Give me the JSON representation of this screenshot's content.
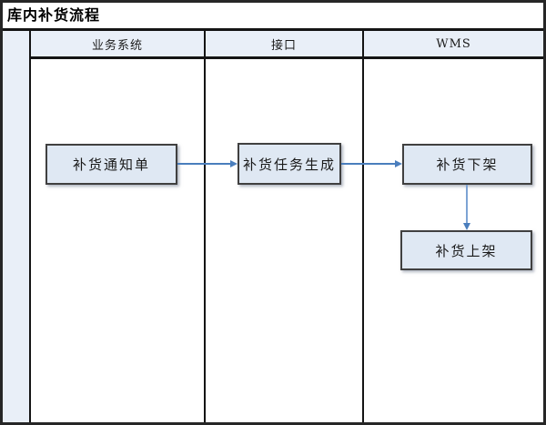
{
  "title": "库内补货流程",
  "lanes": [
    {
      "label": "业务系统"
    },
    {
      "label": "接口"
    },
    {
      "label": "WMS"
    }
  ],
  "nodes": [
    {
      "id": "replenishment-notice",
      "label": "补货通知单",
      "lane": "业务系统"
    },
    {
      "id": "replenishment-task-generate",
      "label": "补货任务生成",
      "lane": "接口"
    },
    {
      "id": "replenishment-pick-off-shelf",
      "label": "补货下架",
      "lane": "WMS"
    },
    {
      "id": "replenishment-put-on-shelf",
      "label": "补货上架",
      "lane": "WMS"
    }
  ],
  "edges": [
    {
      "from": "补货通知单",
      "to": "补货任务生成",
      "direction": "right"
    },
    {
      "from": "补货任务生成",
      "to": "补货下架",
      "direction": "right"
    },
    {
      "from": "补货下架",
      "to": "补货上架",
      "direction": "down"
    }
  ],
  "colors": {
    "lane_header_fill": "#e9eff8",
    "gutter_fill": "#e9eff8",
    "node_fill": "#dfe8f3",
    "node_border": "#404040",
    "lane_border": "#141414",
    "arrow": "#4a7ebd",
    "title_text": "#000000"
  }
}
